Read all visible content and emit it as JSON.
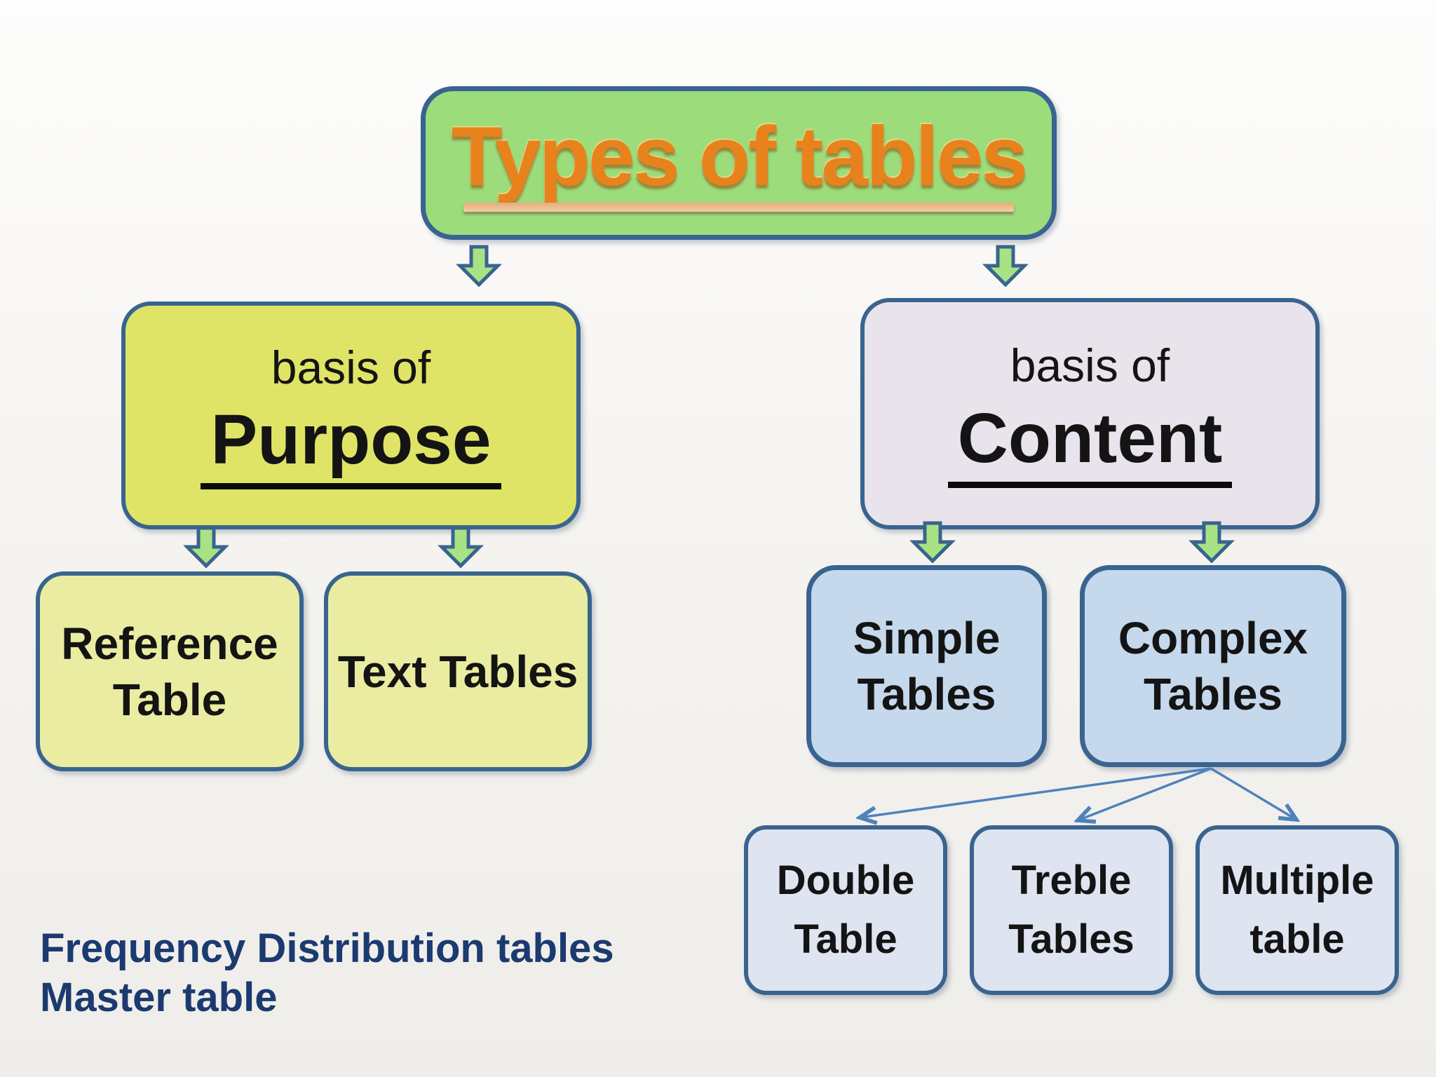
{
  "title": {
    "label": "Types of tables"
  },
  "purpose_branch": {
    "prefix": "basis of",
    "label": "Purpose",
    "children": [
      {
        "label": "Reference Table"
      },
      {
        "label": "Text Tables"
      }
    ]
  },
  "content_branch": {
    "prefix": "basis of",
    "label": "Content",
    "children": [
      {
        "label": "Simple Tables"
      },
      {
        "label": "Complex Tables"
      }
    ]
  },
  "complex_children": [
    {
      "label": "Double Table"
    },
    {
      "label": "Treble Tables"
    },
    {
      "label": "Multiple table"
    }
  ],
  "footer": {
    "line1": "Frequency Distribution tables",
    "line2": "Master table"
  },
  "colors": {
    "title_box_fill": "#9cdc7b",
    "title_text": "#e8821d",
    "purpose_fill": "#dfe466",
    "content_fill": "#e9e3eb",
    "purpose_child_fill": "#eaeda1",
    "content_child_fill": "#c5d8ec",
    "complex_child_fill": "#dee4f0",
    "node_border": "#39648f",
    "arrow_green": "#a7e284",
    "connector_blue": "#4f81bd",
    "footer_text": "#1b3a70"
  }
}
